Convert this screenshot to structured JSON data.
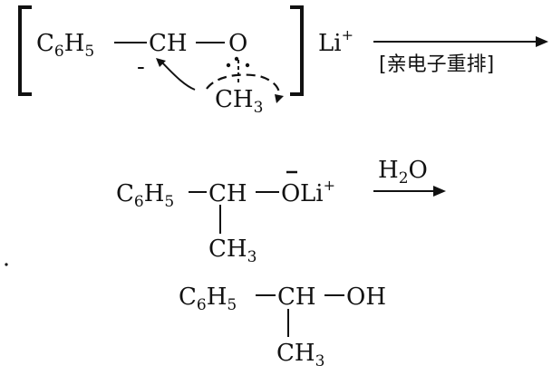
{
  "reaction": {
    "step1": {
      "c6": "C",
      "c6_sub": "6",
      "h5": "H",
      "h5_sub": "5",
      "dash1": "—",
      "ch": "CH",
      "dash2": "—",
      "o": "O",
      "minus": "-",
      "ch3_c": "CH",
      "ch3_sub": "3",
      "li": "Li",
      "li_plus": "+",
      "arrow_label": "[亲电子重排]"
    },
    "step2": {
      "c6": "C",
      "c6_sub": "6",
      "h5": "H",
      "h5_sub": "5",
      "dash1": "—",
      "ch": "CH",
      "dash2": "—",
      "o": "O",
      "li": "Li",
      "li_plus": "+",
      "ch3": "CH",
      "ch3_sub": "3",
      "reagent": "H",
      "reagent_sub": "2",
      "reagent_tail": "O"
    },
    "product": {
      "c6": "C",
      "c6_sub": "6",
      "h5": "H",
      "h5_sub": "5",
      "dash1": "—",
      "ch": "CH",
      "dash2": "—",
      "oh": "OH",
      "ch3": "CH",
      "ch3_sub": "3"
    }
  },
  "colors": {
    "ink": "#111111",
    "background": "#ffffff"
  }
}
